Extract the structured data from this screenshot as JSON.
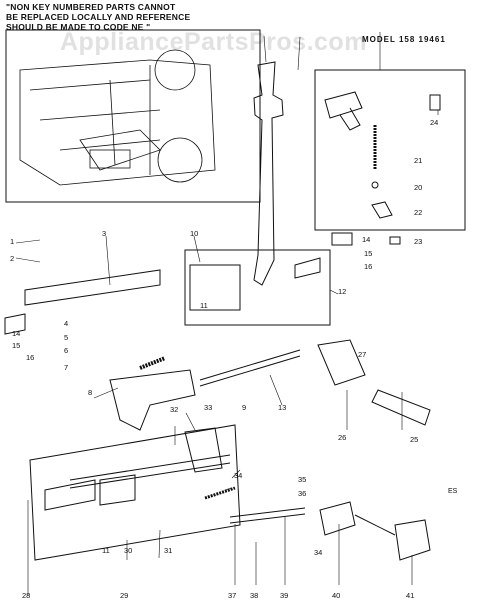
{
  "header": {
    "note": "\"NON KEY NUMBERED PARTS CANNOT\nBE REPLACED LOCALLY AND REFERENCE\nSHOULD BE MADE TO CODE NE \"",
    "model": "MODEL 158 19461",
    "watermark": "AppliancePartsPros.com",
    "code_mark": "ES"
  },
  "part_labels": {
    "p1": "1",
    "p2": "2",
    "p3": "3",
    "p4": "4",
    "p5": "5",
    "p6": "6",
    "p7": "7",
    "p8": "8",
    "p9": "9",
    "p10": "10",
    "p11": "11",
    "p11b": "11",
    "p12": "12",
    "p13": "13",
    "p14": "14",
    "p14b": "14",
    "p15": "15",
    "p15b": "15",
    "p16": "16",
    "p16b": "16",
    "p20": "20",
    "p21": "21",
    "p22": "22",
    "p23": "23",
    "p24": "24",
    "p25": "25",
    "p26": "26",
    "p27": "27",
    "p28": "28",
    "p29": "29",
    "p30": "30",
    "p31": "31",
    "p32": "32",
    "p33": "33",
    "p34": "34",
    "p34b": "34",
    "p35": "35",
    "p36": "36",
    "p37": "37",
    "p38": "38",
    "p39": "39",
    "p40": "40",
    "p41": "41"
  }
}
